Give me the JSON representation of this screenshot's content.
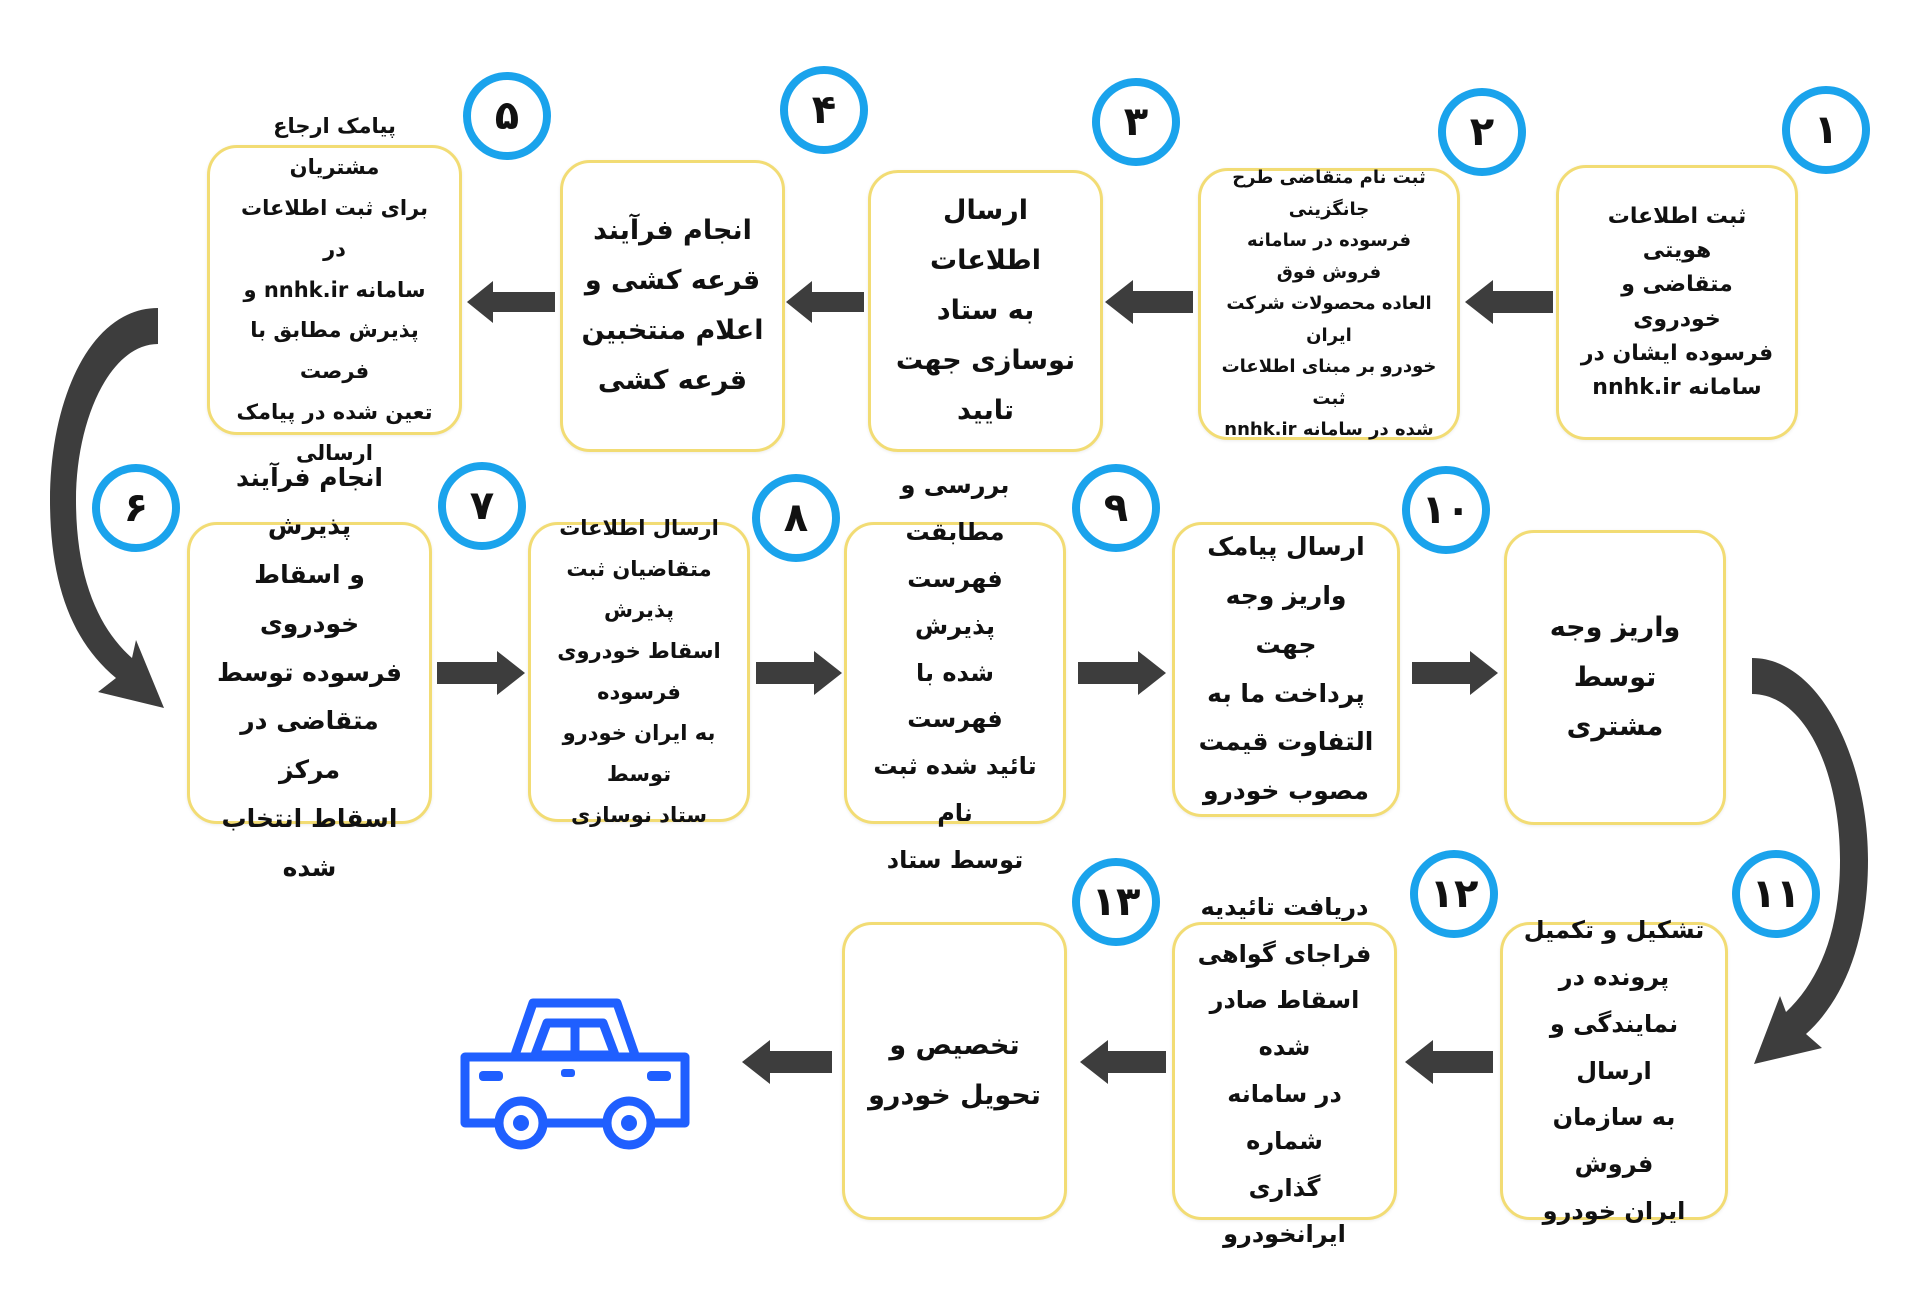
{
  "colors": {
    "box_border": "#f2dc74",
    "circle_border": "#1aa3ec",
    "arrow_fill": "#3d3d3d",
    "car_color": "#1f5fff"
  },
  "steps": [
    {
      "num": "١",
      "text": "ثبت اطلاعات هویتی\nمتقاضی و خودروی\nفرسوده ایشان در\nسامانه nnhk.ir"
    },
    {
      "num": "٢",
      "text": "ثبت نام متقاضی طرح جانگزینی\nفرسوده در سامانه فروش فوق\nالعاده محصولات شرکت ایران\nخودرو بر مبنای اطلاعات ثبت\nشده در سامانه nnhk.ir"
    },
    {
      "num": "٣",
      "text": "ارسال اطلاعات\nبه ستاد\nنوسازی جهت\nتایید"
    },
    {
      "num": "۴",
      "text": "انجام فرآیند\nقرعه کشی و\nاعلام منتخبین\nقرعه کشی"
    },
    {
      "num": "۵",
      "text": "پیامک ارجاع مشتریان\nبرای ثبت اطلاعات در\nسامانه nnhk.ir و\nپذیرش مطابق با فرصت\nتعین شده در پیامک\nارسالی"
    },
    {
      "num": "۶",
      "text": "انجام فرآیند پذیرش\nو اسقاط خودروی\nفرسوده توسط\nمتقاضی در مرکز\nاسقاط انتخاب شده"
    },
    {
      "num": "٧",
      "text": "ارسال اطلاعات\nمتقاضیان ثبت پذیرش\nاسقاط خودروی فرسوده\nبه ایران خودرو توسط\nستاد نوسازی"
    },
    {
      "num": "٨",
      "text": "بررسی و مطابقت\nفهرست پذیرش\nشده با فهرست\nتائید شده ثبت نام\nتوسط ستاد"
    },
    {
      "num": "٩",
      "text": "ارسال پیامک\nواریز وجه جهت\nپرداخت ما به\nالتفاوت قیمت\nمصوب خودرو"
    },
    {
      "num": "١٠",
      "text": "واریز وجه\nتوسط مشتری"
    },
    {
      "num": "١١",
      "text": "تشکیل و تکمیل\nپرونده در\nنمایندگی و ارسال\nبه سازمان فروش\nایران خودرو"
    },
    {
      "num": "١٢",
      "text": "دریافت تائیدیه\nفراجای گواهی\nاسقاط صادر شده\nدر سامانه شماره\nگذاری ایرانخودرو"
    },
    {
      "num": "١٣",
      "text": "تخصیص و\nتحویل خودرو"
    }
  ]
}
